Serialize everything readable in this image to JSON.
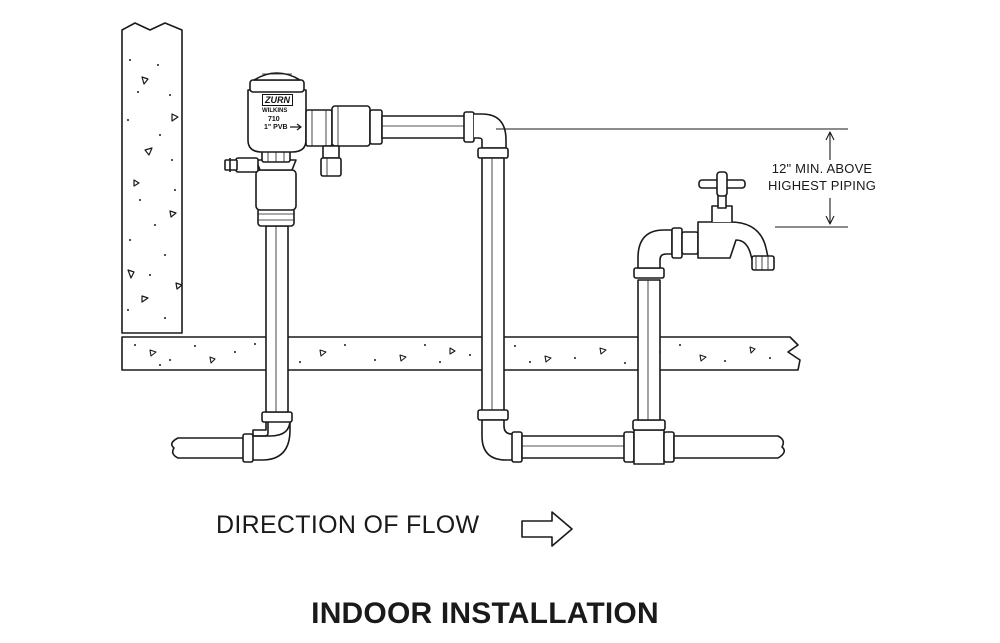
{
  "valve": {
    "brand": "ZURN",
    "sub_brand": "WILKINS",
    "model": "710",
    "size_type": "1\" PVB"
  },
  "clearance": {
    "line1": "12\" MIN. ABOVE",
    "line2": "HIGHEST PIPING"
  },
  "flow_label": "DIRECTION OF FLOW",
  "title": "INDOOR INSTALLATION",
  "colors": {
    "line": "#1a1a1a",
    "background": "#ffffff"
  },
  "icons": [
    "concrete-wall",
    "concrete-floor-slab",
    "pressure-vacuum-breaker-valve",
    "hose-bibb-faucet",
    "flow-arrow-icon"
  ]
}
